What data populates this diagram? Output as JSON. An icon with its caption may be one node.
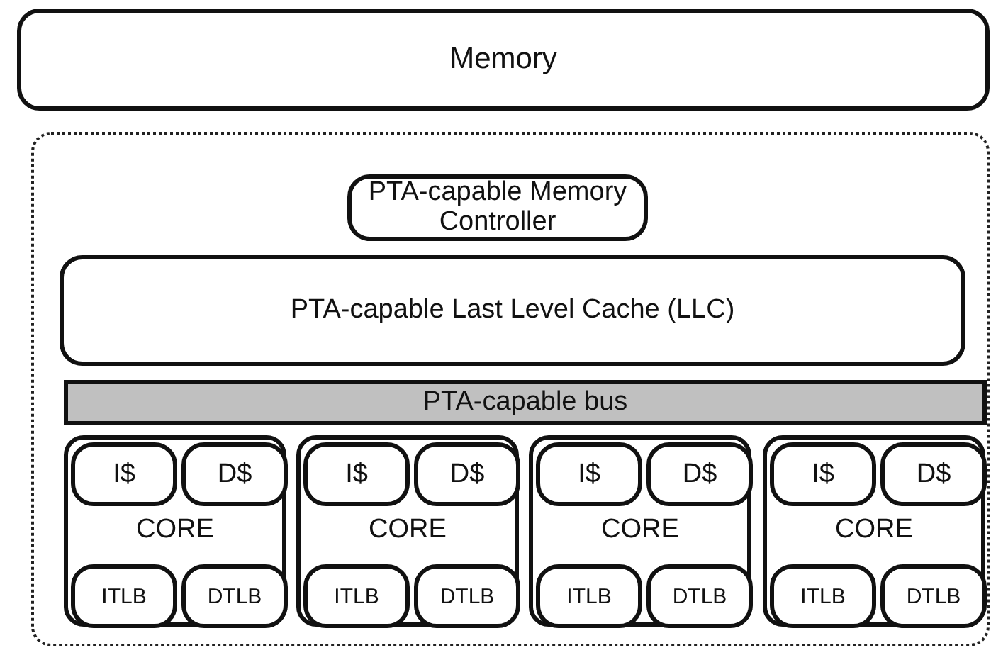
{
  "diagram": {
    "nodes": [
      {
        "text": [
          "Memory"
        ]
      },
      {
        "text": [],
        "shape": "box"
      },
      {
        "text": [
          "PTA-capable Memory Controller"
        ],
        "in": 1
      },
      {
        "text": [
          "PTA-capable Last Level Cache (LLC)"
        ],
        "in": 1
      },
      {
        "text": [
          "PTA-capable bus"
        ],
        "in": 1
      },
      {
        "text": [
          "CORE"
        ],
        "in": 1
      },
      {
        "text": [
          "I$"
        ],
        "in": 5
      },
      {
        "text": [
          "D$"
        ],
        "in": 5
      },
      {
        "text": [
          "ITLB"
        ],
        "in": 5
      },
      {
        "text": [
          "DTLB"
        ],
        "in": 5
      },
      {
        "text": [
          "CORE"
        ],
        "in": 1
      },
      {
        "text": [
          "I$"
        ],
        "in": 10
      },
      {
        "text": [
          "D$"
        ],
        "in": 10
      },
      {
        "text": [
          "ITLB"
        ],
        "in": 10
      },
      {
        "text": [
          "DTLB"
        ],
        "in": 10
      },
      {
        "text": [
          "CORE"
        ],
        "in": 1
      },
      {
        "text": [
          "I$"
        ],
        "in": 15
      },
      {
        "text": [
          "D$"
        ],
        "in": 15
      },
      {
        "text": [
          "ITLB"
        ],
        "in": 15
      },
      {
        "text": [
          "DTLB"
        ],
        "in": 15
      },
      {
        "text": [
          "CORE"
        ],
        "in": 1
      },
      {
        "text": [
          "I$"
        ],
        "in": 20
      },
      {
        "text": [
          "D$"
        ],
        "in": 20
      },
      {
        "text": [
          "ITLB"
        ],
        "in": 20
      },
      {
        "text": [
          "DTLB"
        ],
        "in": 20
      }
    ]
  }
}
